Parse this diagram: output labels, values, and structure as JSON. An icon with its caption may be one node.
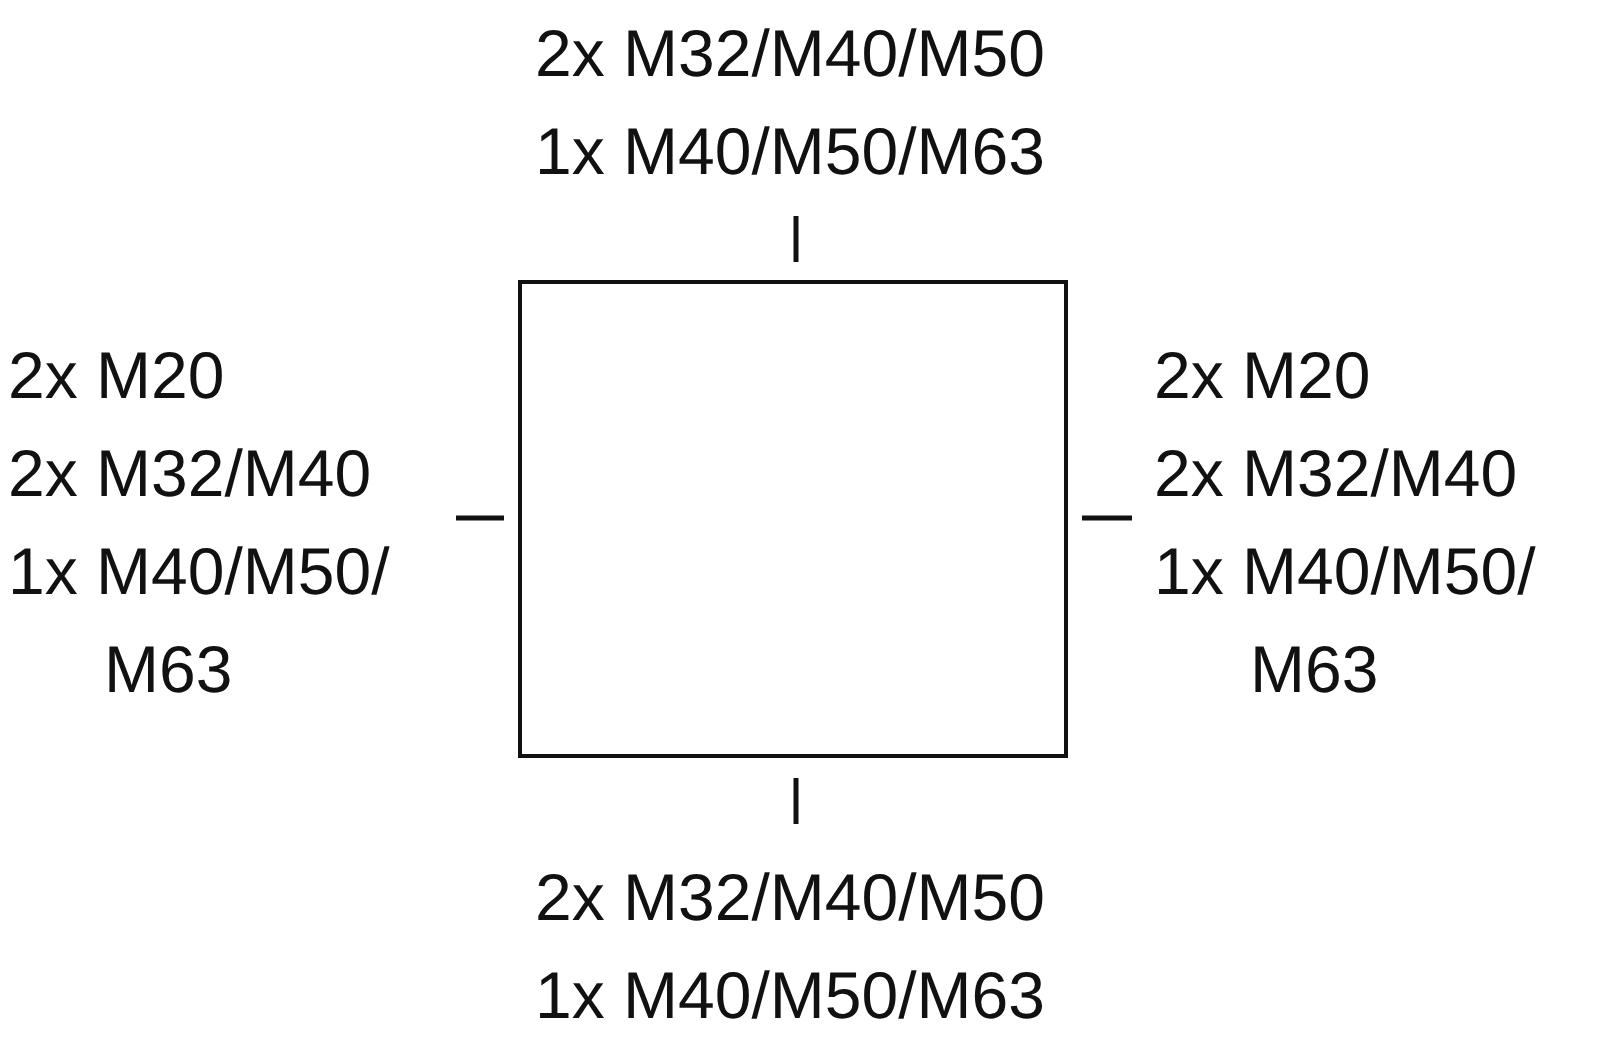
{
  "diagram": {
    "nodes": [
      {
        "text": [],
        "shape": "box"
      }
    ],
    "labels": [
      "2x M32/M40/M50",
      "1x M40/M50/M63",
      "2x M20",
      "2x M32/M40",
      "1x M40/M50/ M63",
      "2x M20",
      "2x M32/M40",
      "1x M40/M50/ M63",
      "2x M32/M40/M50",
      "1x M40/M50/M63"
    ]
  }
}
